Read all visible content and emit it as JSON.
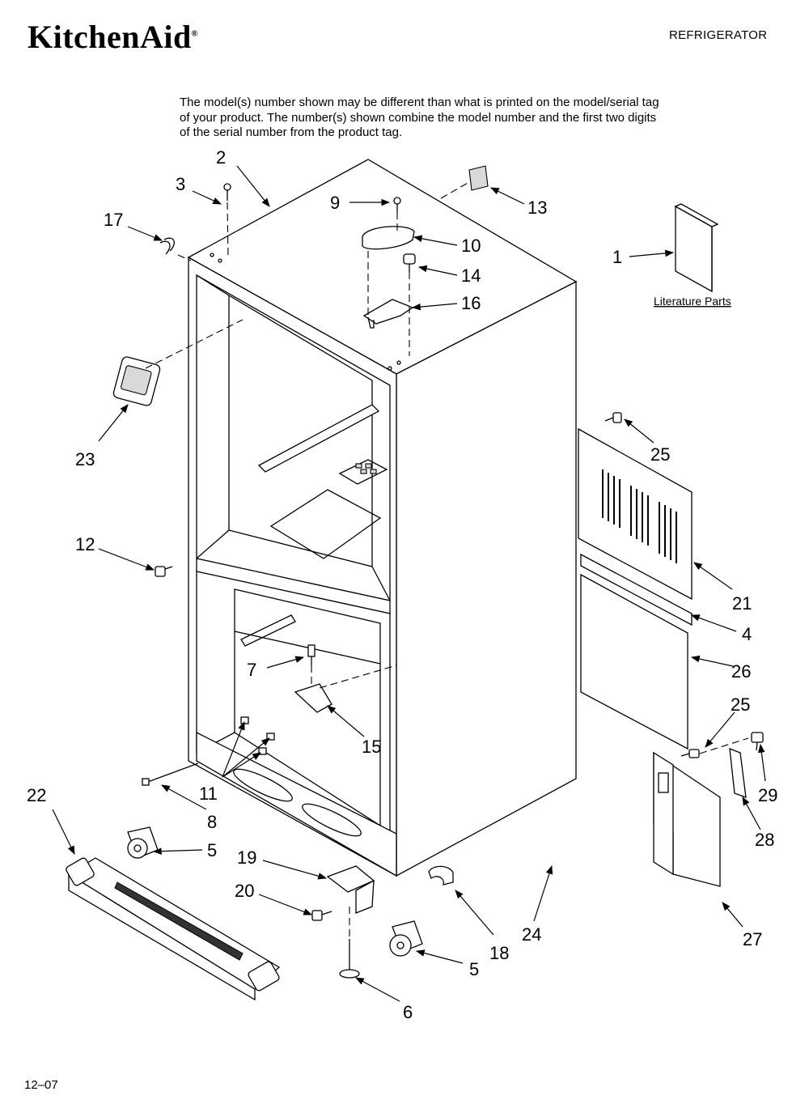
{
  "header": {
    "brand": "KitchenAid",
    "brand_mark": "®",
    "category": "REFRIGERATOR"
  },
  "notice": "The model(s) number shown may be different than what is printed on the model/serial tag of your product. The number(s) shown combine the model number and the first two digits of the serial number from the product tag.",
  "literature_label": "Literature Parts",
  "footer_code": "12–07",
  "callouts": {
    "c1": "1",
    "c2": "2",
    "c3": "3",
    "c4": "4",
    "c5a": "5",
    "c5b": "5",
    "c6": "6",
    "c7": "7",
    "c8": "8",
    "c9": "9",
    "c10": "10",
    "c11": "11",
    "c12": "12",
    "c13": "13",
    "c14": "14",
    "c15": "15",
    "c16": "16",
    "c17": "17",
    "c18": "18",
    "c19": "19",
    "c20": "20",
    "c21": "21",
    "c22": "22",
    "c23": "23",
    "c24": "24",
    "c25a": "25",
    "c25b": "25",
    "c26": "26",
    "c27": "27",
    "c28": "28",
    "c29": "29"
  }
}
